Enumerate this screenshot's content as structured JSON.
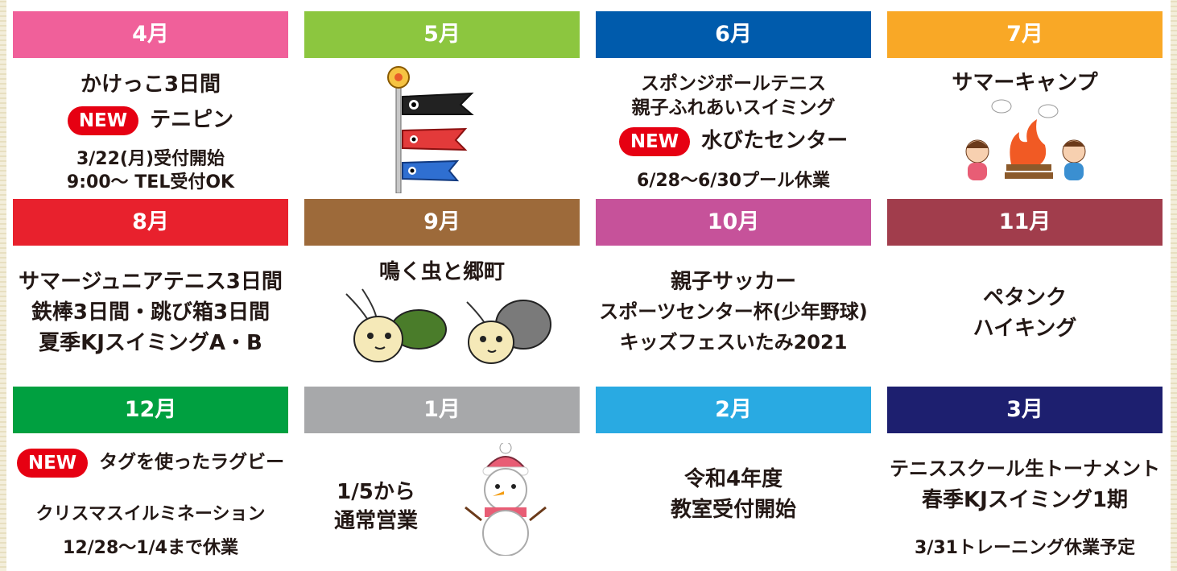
{
  "months": [
    {
      "label": "4月",
      "color": "#f0609a"
    },
    {
      "label": "5月",
      "color": "#8cc63f"
    },
    {
      "label": "6月",
      "color": "#005bac"
    },
    {
      "label": "7月",
      "color": "#f9a826"
    },
    {
      "label": "8月",
      "color": "#e8212d"
    },
    {
      "label": "9月",
      "color": "#9d6a3a"
    },
    {
      "label": "10月",
      "color": "#c6529a"
    },
    {
      "label": "11月",
      "color": "#a13d4c"
    },
    {
      "label": "12月",
      "color": "#00a040"
    },
    {
      "label": "1月",
      "color": "#a7a8aa"
    },
    {
      "label": "2月",
      "color": "#29aae2"
    },
    {
      "label": "3月",
      "color": "#1d1f6f"
    }
  ],
  "new_badge": "NEW",
  "apr": {
    "l1": "かけっこ3日間",
    "l2": "テニピン",
    "l3": "3/22(月)受付開始",
    "l4": "9:00〜 TEL受付OK"
  },
  "jun": {
    "l1": "スポンジボールテニス",
    "l2": "親子ふれあいスイミング",
    "l3": "水びたセンター",
    "l4": "6/28〜6/30プール休業"
  },
  "jul": {
    "l1": "サマーキャンプ"
  },
  "aug": {
    "l1": "サマージュニアテニス3日間",
    "l2": "鉄棒3日間・跳び箱3日間",
    "l3": "夏季KJスイミングA・B"
  },
  "sep": {
    "l1": "鳴く虫と郷町"
  },
  "oct": {
    "l1": "親子サッカー",
    "l2": "スポーツセンター杯(少年野球)",
    "l3": "キッズフェスいたみ2021"
  },
  "nov": {
    "l1": "ペタンク",
    "l2": "ハイキング"
  },
  "dec": {
    "l1": "タグを使ったラグビー",
    "l2": "クリスマスイルミネーション",
    "l3": "12/28〜1/4まで休業"
  },
  "jan": {
    "l1": "1/5から",
    "l2": "通常営業"
  },
  "feb": {
    "l1": "令和4年度",
    "l2": "教室受付開始"
  },
  "mar": {
    "l1": "テニススクール生トーナメント",
    "l2": "春季KJスイミング1期",
    "l3": "3/31トレーニング休業予定"
  }
}
